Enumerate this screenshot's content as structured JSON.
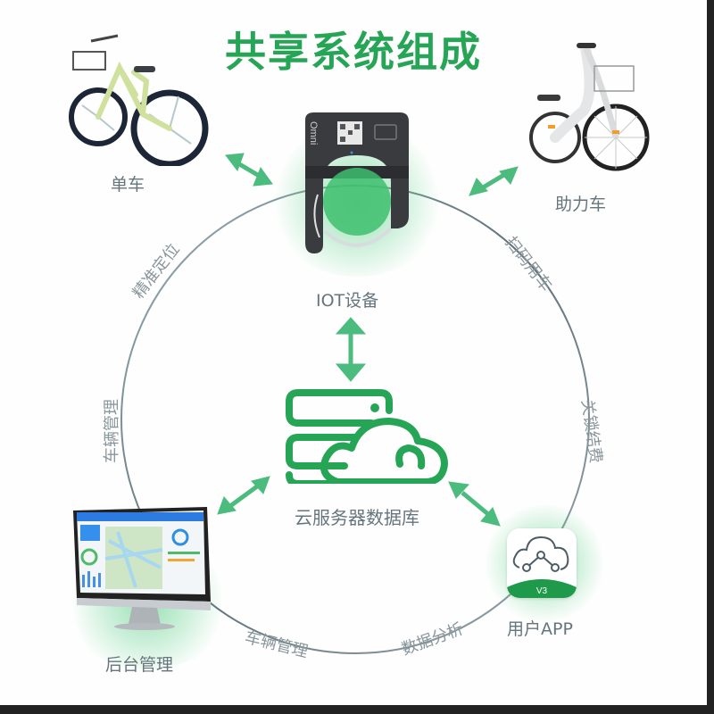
{
  "title": "共享系统组成",
  "colors": {
    "accent": "#27a556",
    "arrow": "#4cbb7e",
    "label": "#66757d",
    "circle": "#7d8f9a",
    "bottom_bar": "#222222"
  },
  "nodes": {
    "bike": {
      "label": "单车",
      "icon": "bicycle-image"
    },
    "ebike": {
      "label": "助力车",
      "icon": "assist-bicycle-image"
    },
    "iot": {
      "label": "IOT设备",
      "icon": "smart-lock-image",
      "brand": "Omni"
    },
    "cloud": {
      "label": "云服务器数据库",
      "icon": "server-cloud-icon"
    },
    "backend": {
      "label": "后台管理",
      "icon": "monitor-dashboard-image"
    },
    "app": {
      "label": "用户APP",
      "icon": "app-icon",
      "badge": "V3"
    }
  },
  "arc_labels": {
    "top_left": "精准定位",
    "left": "车辆管理",
    "top_right": "扫码用车",
    "right": "关锁结费",
    "bottom_left": "车辆管理",
    "bottom_right": "数据分析"
  }
}
